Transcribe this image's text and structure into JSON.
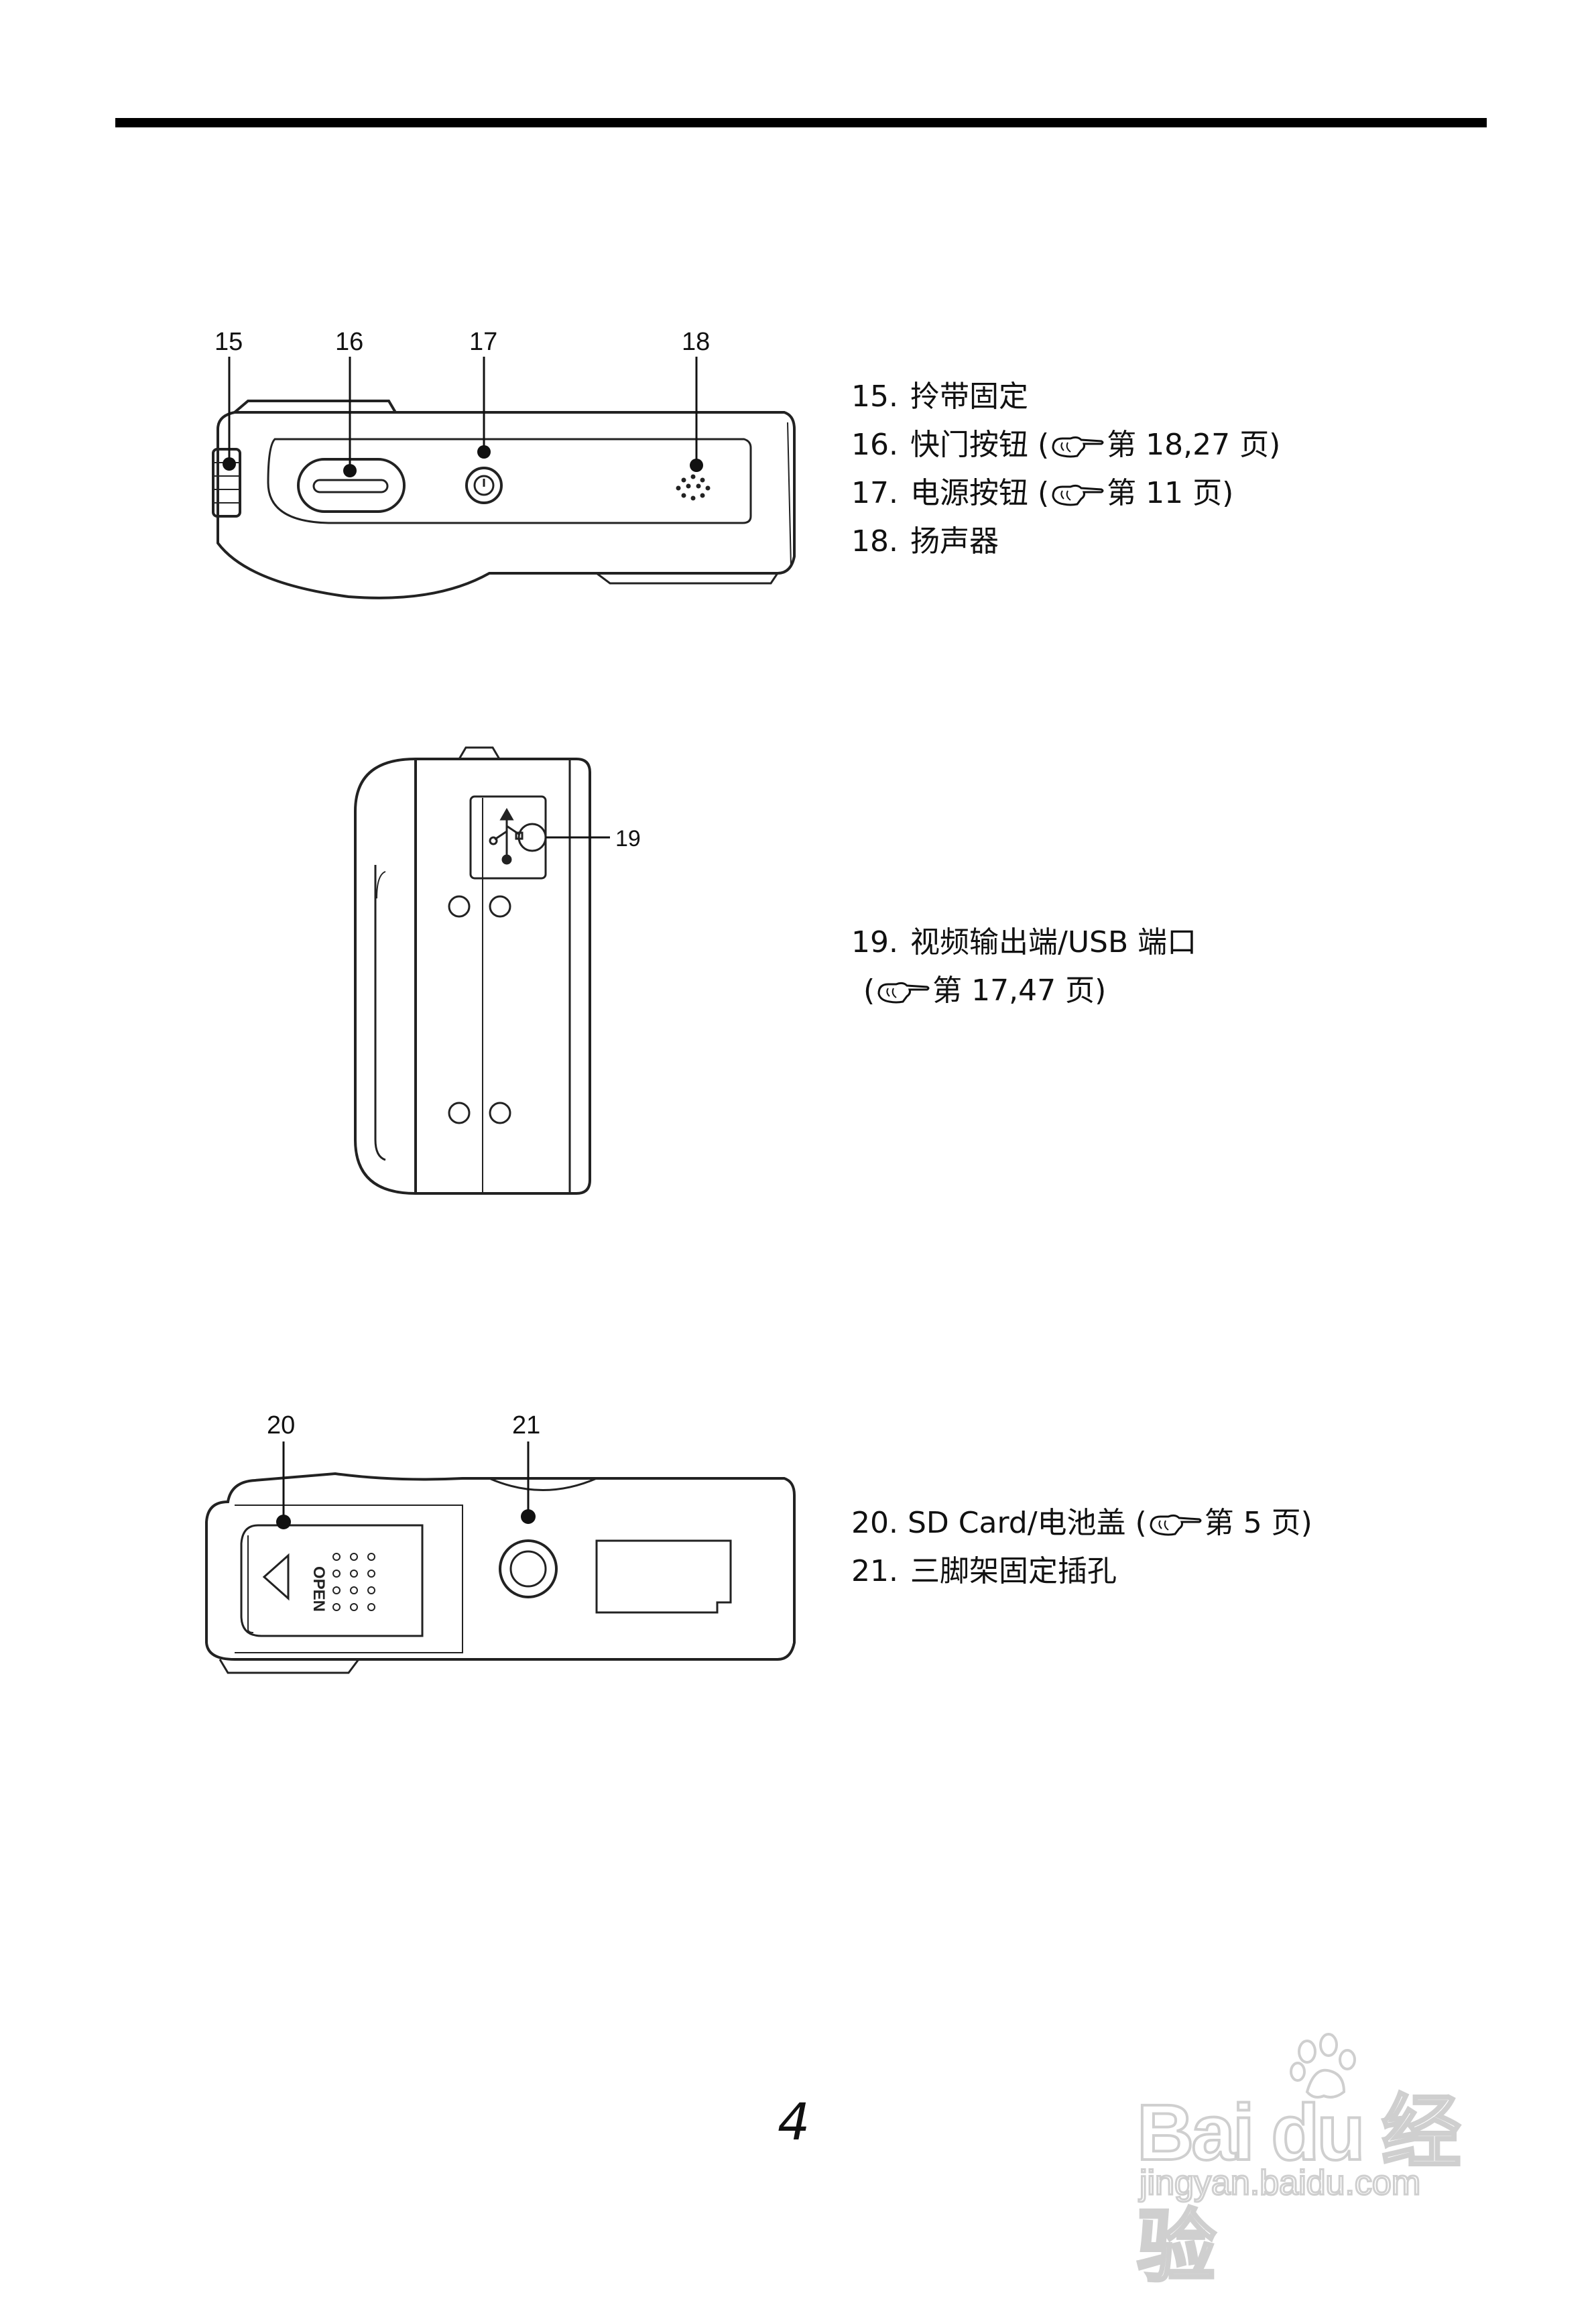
{
  "figure1": {
    "callouts": [
      "15",
      "16",
      "17",
      "18"
    ]
  },
  "figure2": {
    "callouts": [
      "19"
    ]
  },
  "figure3": {
    "callouts": [
      "20",
      "21"
    ],
    "door_text": "OPEN"
  },
  "list1": [
    {
      "num": "15.",
      "text": "拎带固定"
    },
    {
      "num": "16.",
      "text": "快门按钮",
      "ref_open": "(",
      "ref_text": "第 18,27 页)"
    },
    {
      "num": "17.",
      "text": "电源按钮",
      "ref_open": "(",
      "ref_text": "第 11 页)"
    },
    {
      "num": "18.",
      "text": "扬声器"
    }
  ],
  "list2": {
    "num": "19.",
    "text": "视频输出端/USB 端口",
    "ref_open": "(",
    "ref_text": "第 17,47 页)"
  },
  "list3": [
    {
      "num": "20.",
      "text": "SD Card/电池盖",
      "ref_open": "(",
      "ref_text": "第 5 页)"
    },
    {
      "num": "21.",
      "text": "三脚架固定插孔"
    }
  ],
  "page_number": "4",
  "watermark": {
    "brand": "Bai du 经验",
    "url": "jingyan.baidu.com"
  }
}
